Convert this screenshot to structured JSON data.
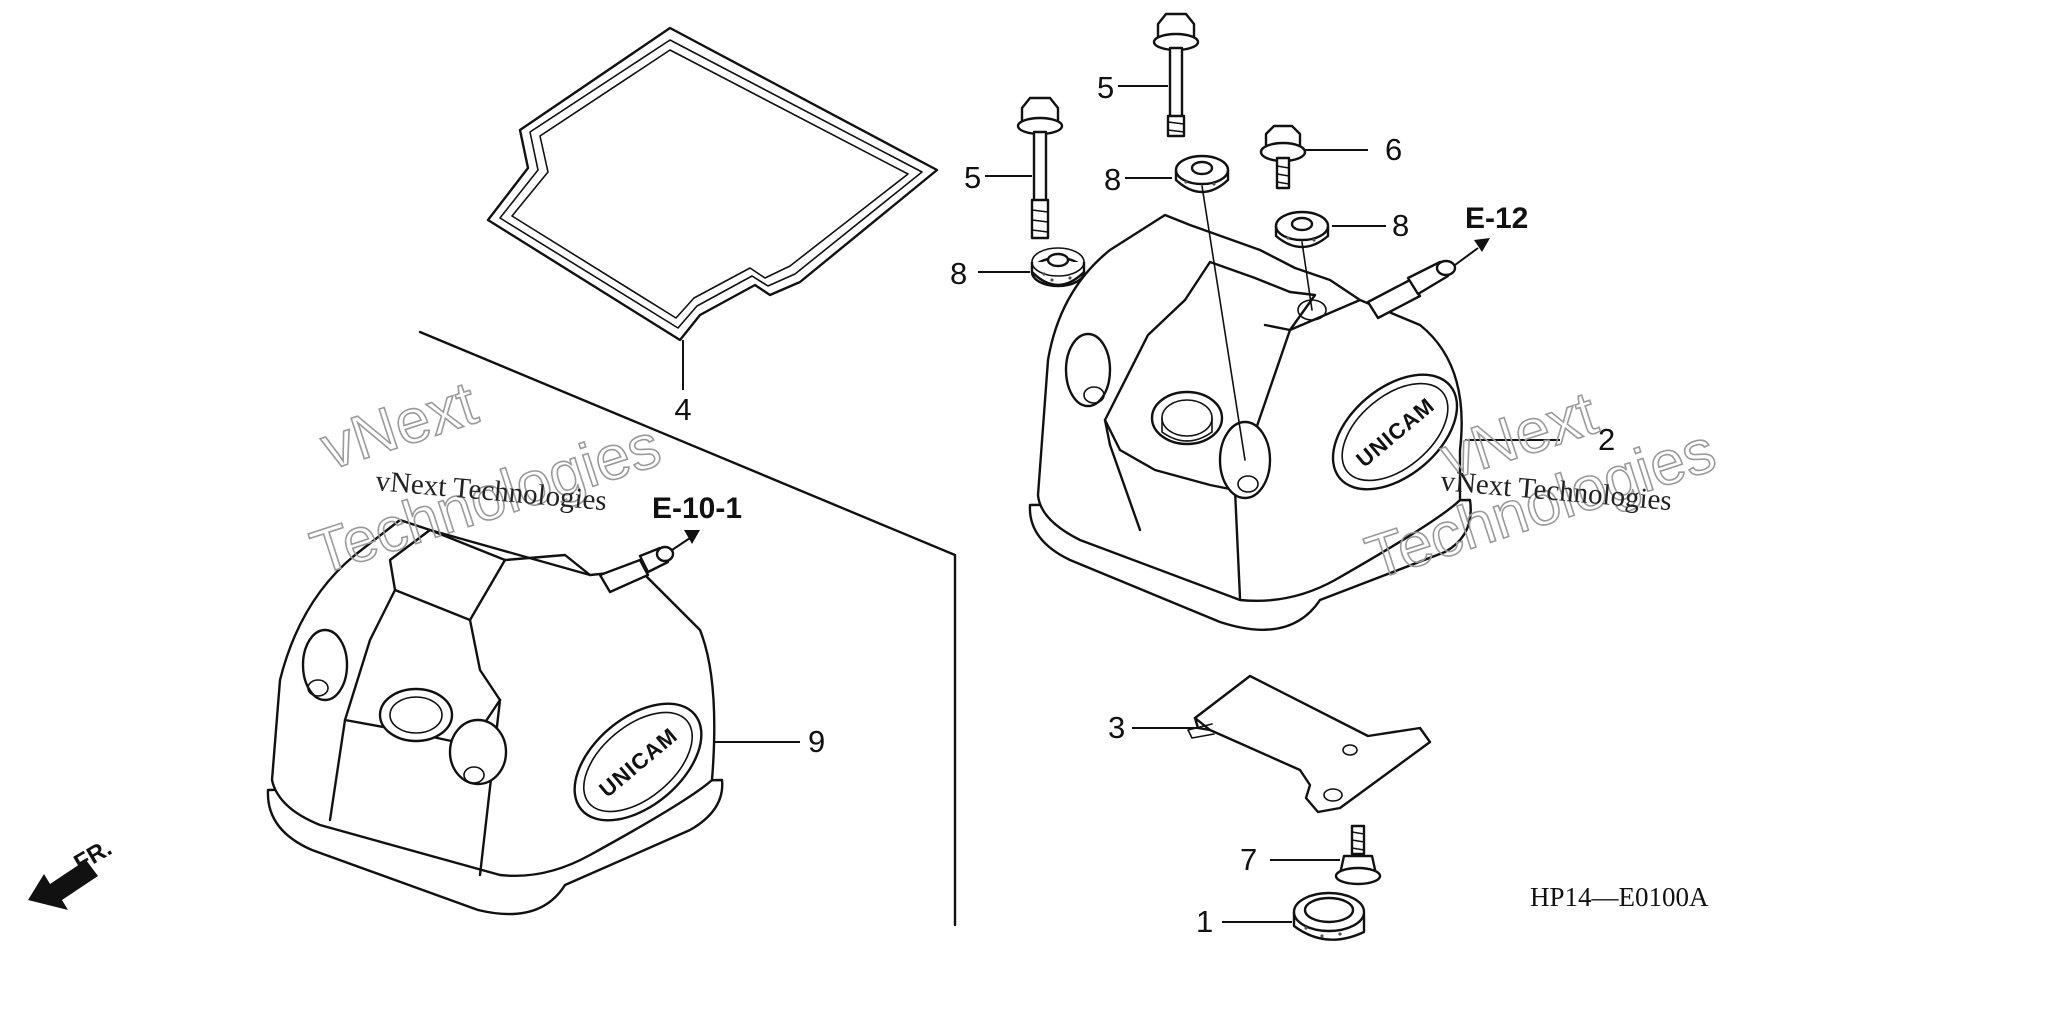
{
  "diagram": {
    "part_numbers": [
      "1",
      "2",
      "3",
      "4",
      "5",
      "5",
      "6",
      "7",
      "8",
      "8",
      "8",
      "9"
    ],
    "references": [
      "E-12",
      "E-10-1"
    ],
    "diagram_code": "HP14—E0100A",
    "direction": "FR.",
    "cover_logo": "UNICAM",
    "watermark": {
      "line_small": "vNext Technologies",
      "line_big_1": "vNext",
      "line_big_2": "Technologies"
    }
  }
}
